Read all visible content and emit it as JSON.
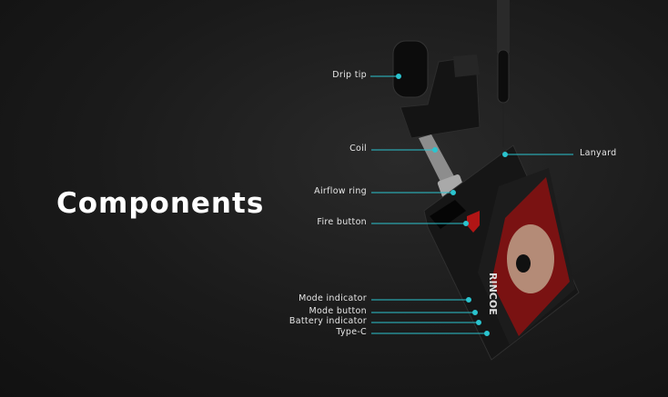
{
  "title": "Components",
  "accent": "#2bc4cf",
  "labels": {
    "drip_tip": "Drip tip",
    "coil": "Coil",
    "airflow_ring": "Airflow ring",
    "fire_button": "Fire button",
    "mode_indicator": "Mode indicator",
    "mode_button": "Mode button",
    "battery_indicator": "Battery indicator",
    "type_c": "Type-C",
    "lanyard": "Lanyard"
  },
  "device_brand": "RINCOE"
}
